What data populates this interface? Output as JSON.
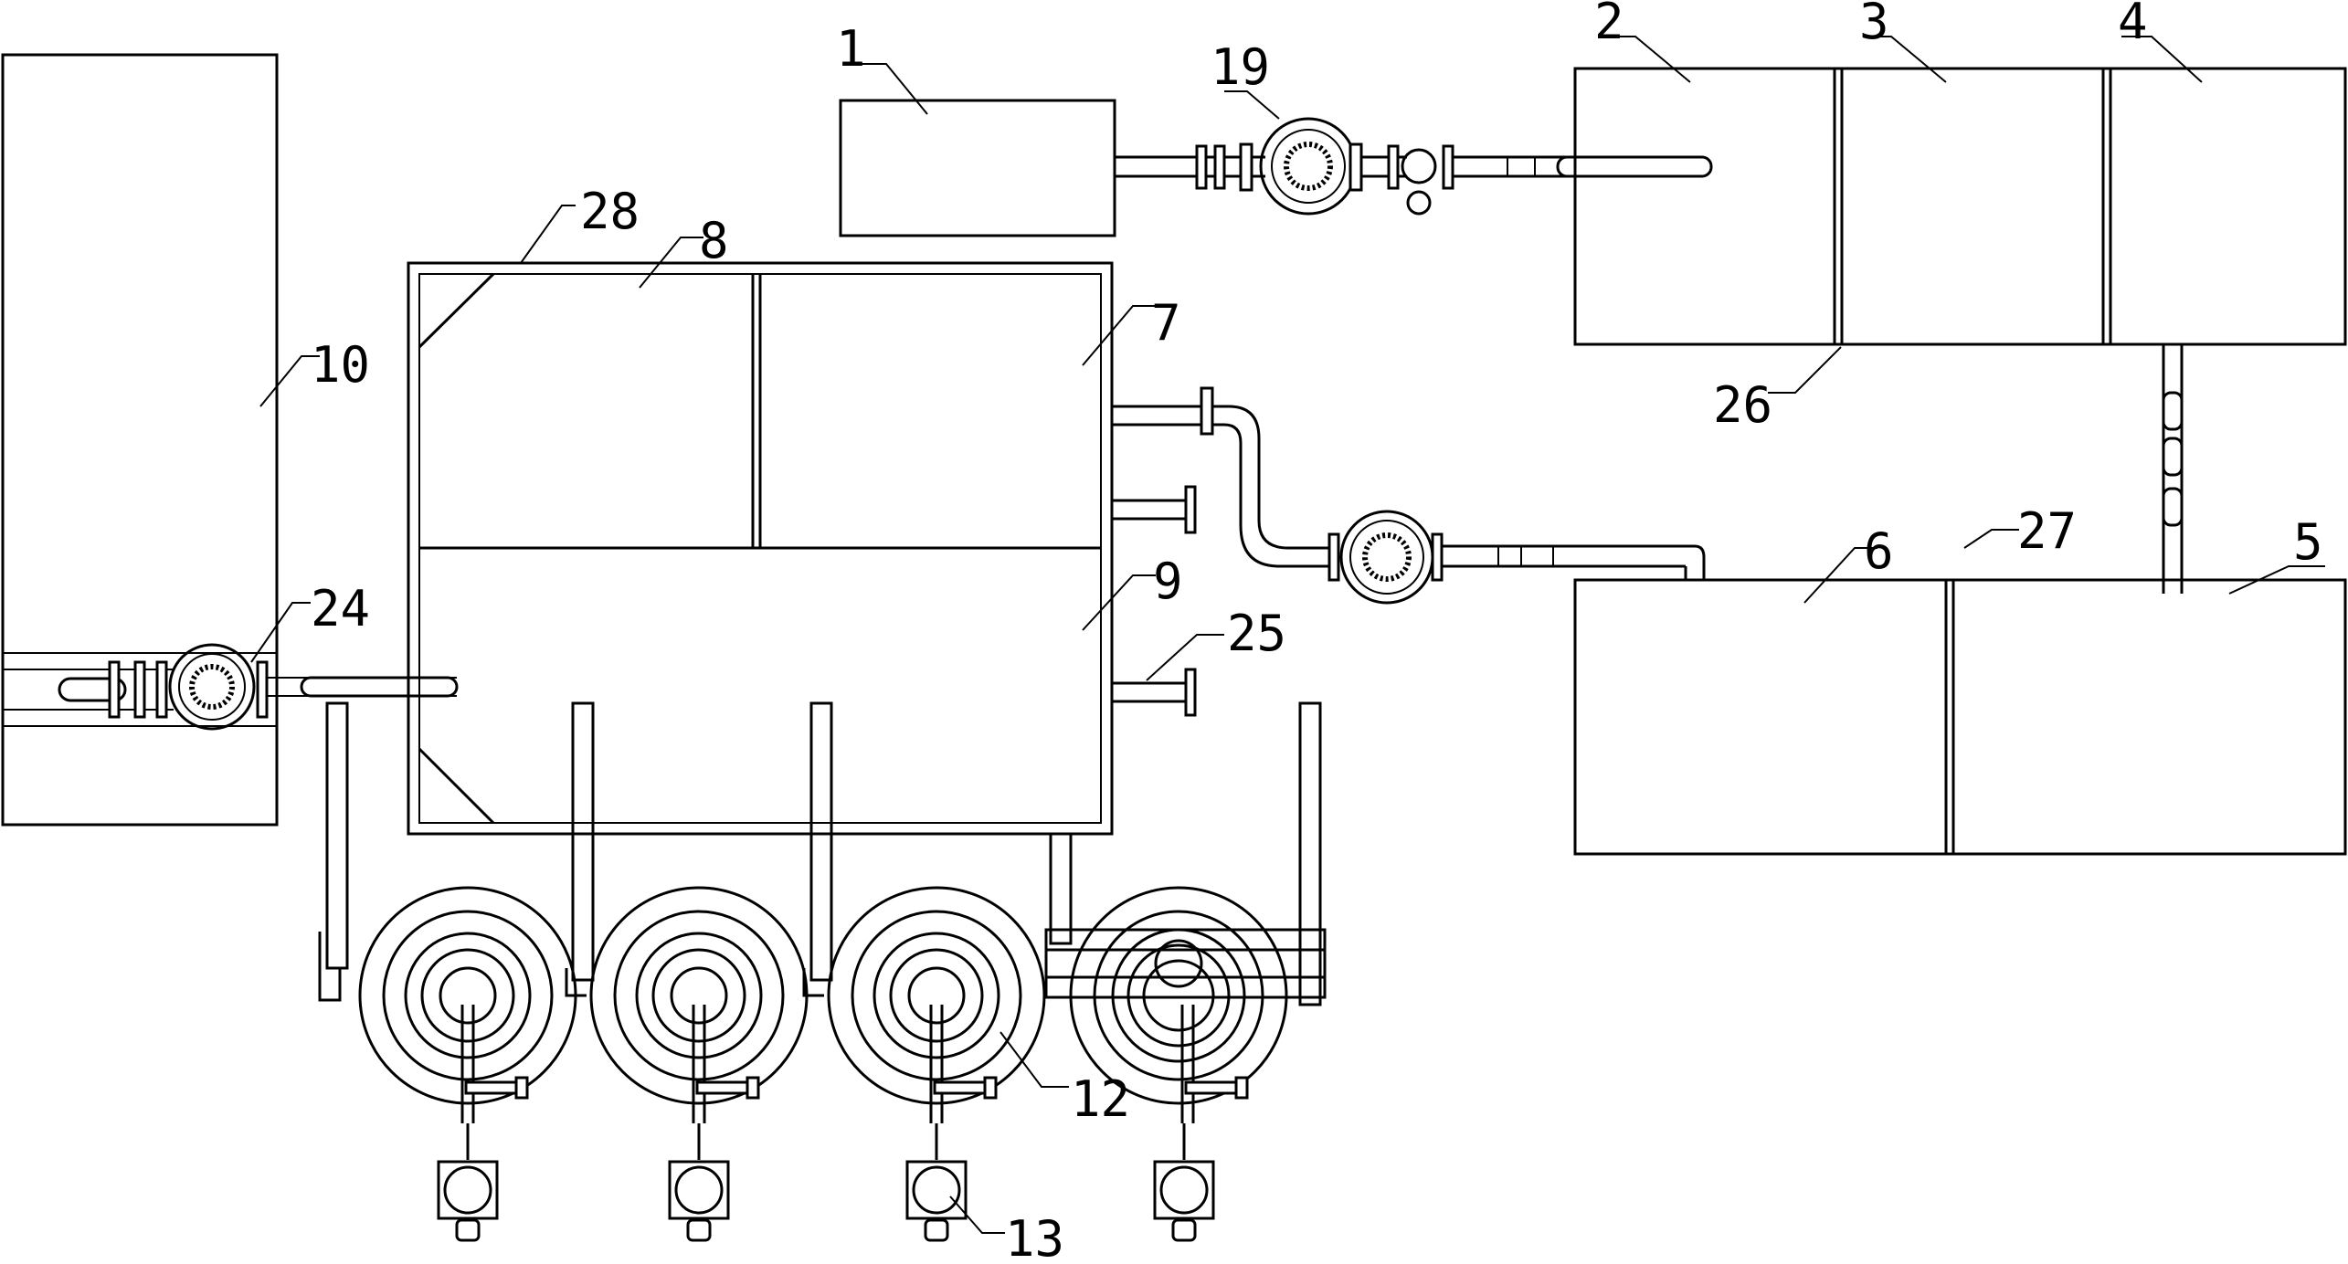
{
  "labels": {
    "l1": "1",
    "l2": "2",
    "l3": "3",
    "l4": "4",
    "l5": "5",
    "l6": "6",
    "l7": "7",
    "l8": "8",
    "l9": "9",
    "l10": "10",
    "l12": "12",
    "l13": "13",
    "l19": "19",
    "l24": "24",
    "l25": "25",
    "l26": "26",
    "l27": "27",
    "l28": "28"
  },
  "colors": {
    "stroke": "#000000",
    "background": "#ffffff"
  },
  "icons": [
    "pump-icon",
    "valve-icon",
    "reel-icon",
    "flange-icon"
  ]
}
